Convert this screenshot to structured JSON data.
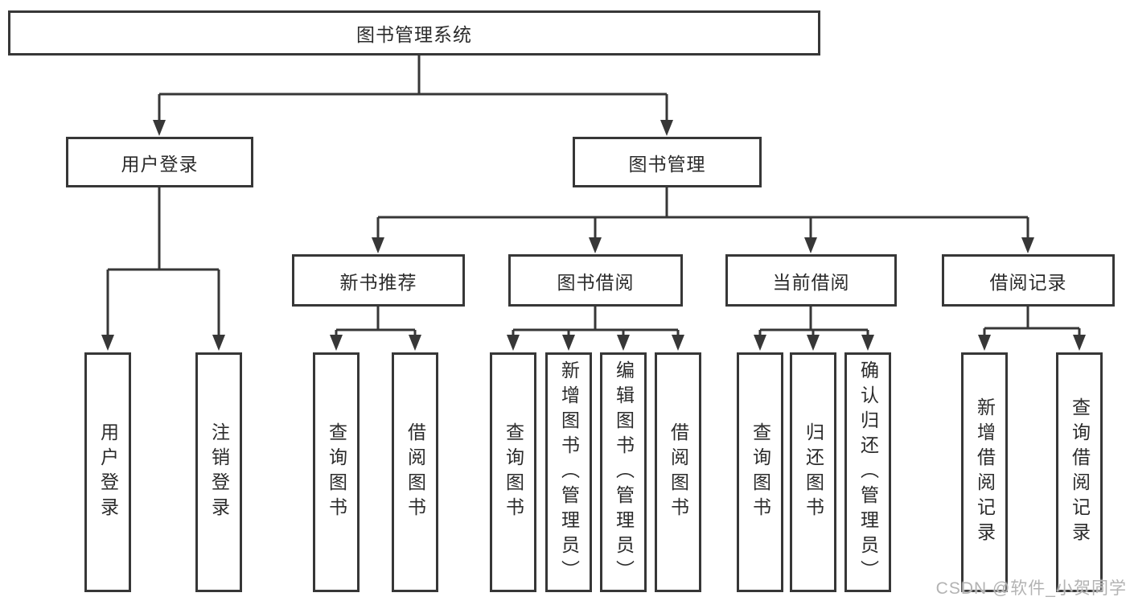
{
  "tree": {
    "root": {
      "label": "图书管理系统",
      "children": [
        {
          "label": "用户登录",
          "children": [
            {
              "label": "用户登录"
            },
            {
              "label": "注销登录"
            }
          ]
        },
        {
          "label": "图书管理",
          "children": [
            {
              "label": "新书推荐",
              "children": [
                {
                  "label": "查询图书"
                },
                {
                  "label": "借阅图书"
                }
              ]
            },
            {
              "label": "图书借阅",
              "children": [
                {
                  "label": "查询图书"
                },
                {
                  "label": "新增图书（管理员）"
                },
                {
                  "label": "编辑图书（管理员）"
                },
                {
                  "label": "借阅图书"
                }
              ]
            },
            {
              "label": "当前借阅",
              "children": [
                {
                  "label": "查询图书"
                },
                {
                  "label": "归还图书"
                },
                {
                  "label": "确认归还（管理员）"
                }
              ]
            },
            {
              "label": "借阅记录",
              "children": [
                {
                  "label": "新增借阅记录"
                },
                {
                  "label": "查询借阅记录"
                }
              ]
            }
          ]
        }
      ]
    }
  },
  "watermark": "CSDN @软件_小贺同学",
  "colors": {
    "line": "#373737",
    "box_border": "#373737",
    "text": "#2b2b2b",
    "watermark": "#b3b3b3",
    "background": "#ffffff"
  }
}
